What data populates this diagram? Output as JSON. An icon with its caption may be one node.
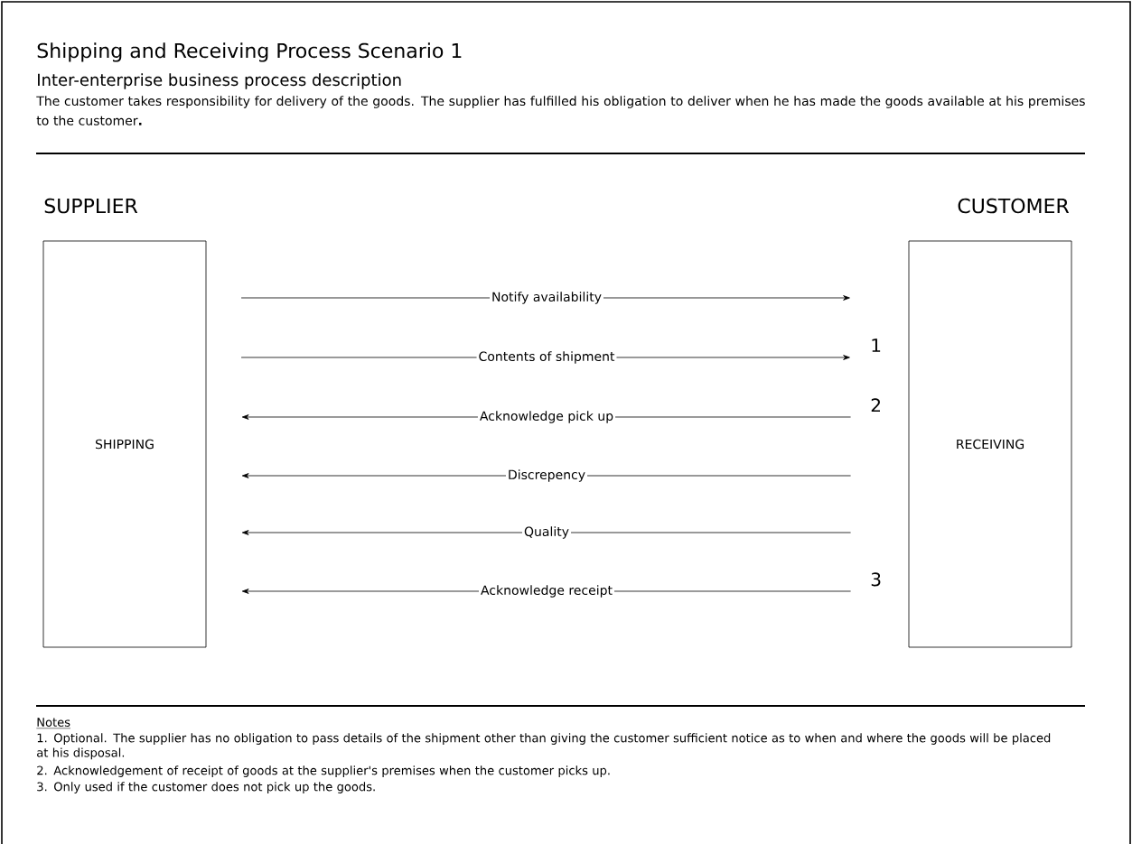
{
  "diagram": {
    "title": "Shipping and Receiving Process Scenario 1",
    "nodes": [
      {
        "text": [
          "SUPPLIER",
          "SHIPPING"
        ]
      },
      {
        "text": [
          "CUSTOMER",
          "RECEIVING"
        ]
      }
    ],
    "edges": [
      {
        "from": 0,
        "to": 1,
        "arrow": "to",
        "label": "Notify availability"
      },
      {
        "from": 0,
        "to": 1,
        "arrow": "to",
        "label": "Contents of shipment"
      },
      {
        "from": 1,
        "to": 0,
        "arrow": "to",
        "label": "Acknowledge pick up"
      },
      {
        "from": 1,
        "to": 0,
        "arrow": "to",
        "label": "Discrepency"
      },
      {
        "from": 1,
        "to": 0,
        "arrow": "to",
        "label": "Quality"
      },
      {
        "from": 1,
        "to": 0,
        "arrow": "to",
        "label": "Acknowledge receipt"
      }
    ],
    "labels": [
      "Inter-enterprise business process description",
      "The customer takes responsibility for delivery of the goods. The supplier has fulfilled his obligation to deliver when he has made the goods available at his premises to the customer**.**",
      "1",
      "2",
      "3",
      "Notes",
      "1. Optional. The supplier has no obligation to pass details of the shipment other than giving the customer sufficient notice as to when and where the goods will be placed at his disposal.",
      "2. Acknowledgement of receipt of goods at the supplier's premises when the customer picks up.",
      "3. Only used if the customer does not pick up the goods."
    ]
  }
}
